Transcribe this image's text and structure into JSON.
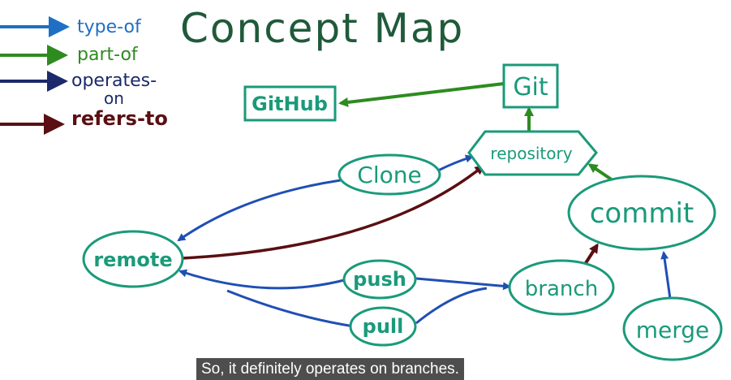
{
  "title": "Concept Map",
  "legend": [
    {
      "label": "type-of",
      "color": "#1f6fc4"
    },
    {
      "label": "part-of",
      "color": "#2e8b20"
    },
    {
      "label": "operates-",
      "label2": "on",
      "color": "#1c2a6b"
    },
    {
      "label": "refers-to",
      "color": "#5a0f12"
    }
  ],
  "nodes": {
    "github": "GitHub",
    "git": "Git",
    "repository": "repository",
    "clone": "Clone",
    "commit": "commit",
    "remote": "remote",
    "push": "push",
    "pull": "pull",
    "branch": "branch",
    "merge": "merge"
  },
  "colors": {
    "node": "#1a9a7a",
    "type_of": "#1f4fb4",
    "part_of": "#2e8b20",
    "refers_to": "#5a0f12"
  },
  "caption": "So, it definitely operates on branches."
}
